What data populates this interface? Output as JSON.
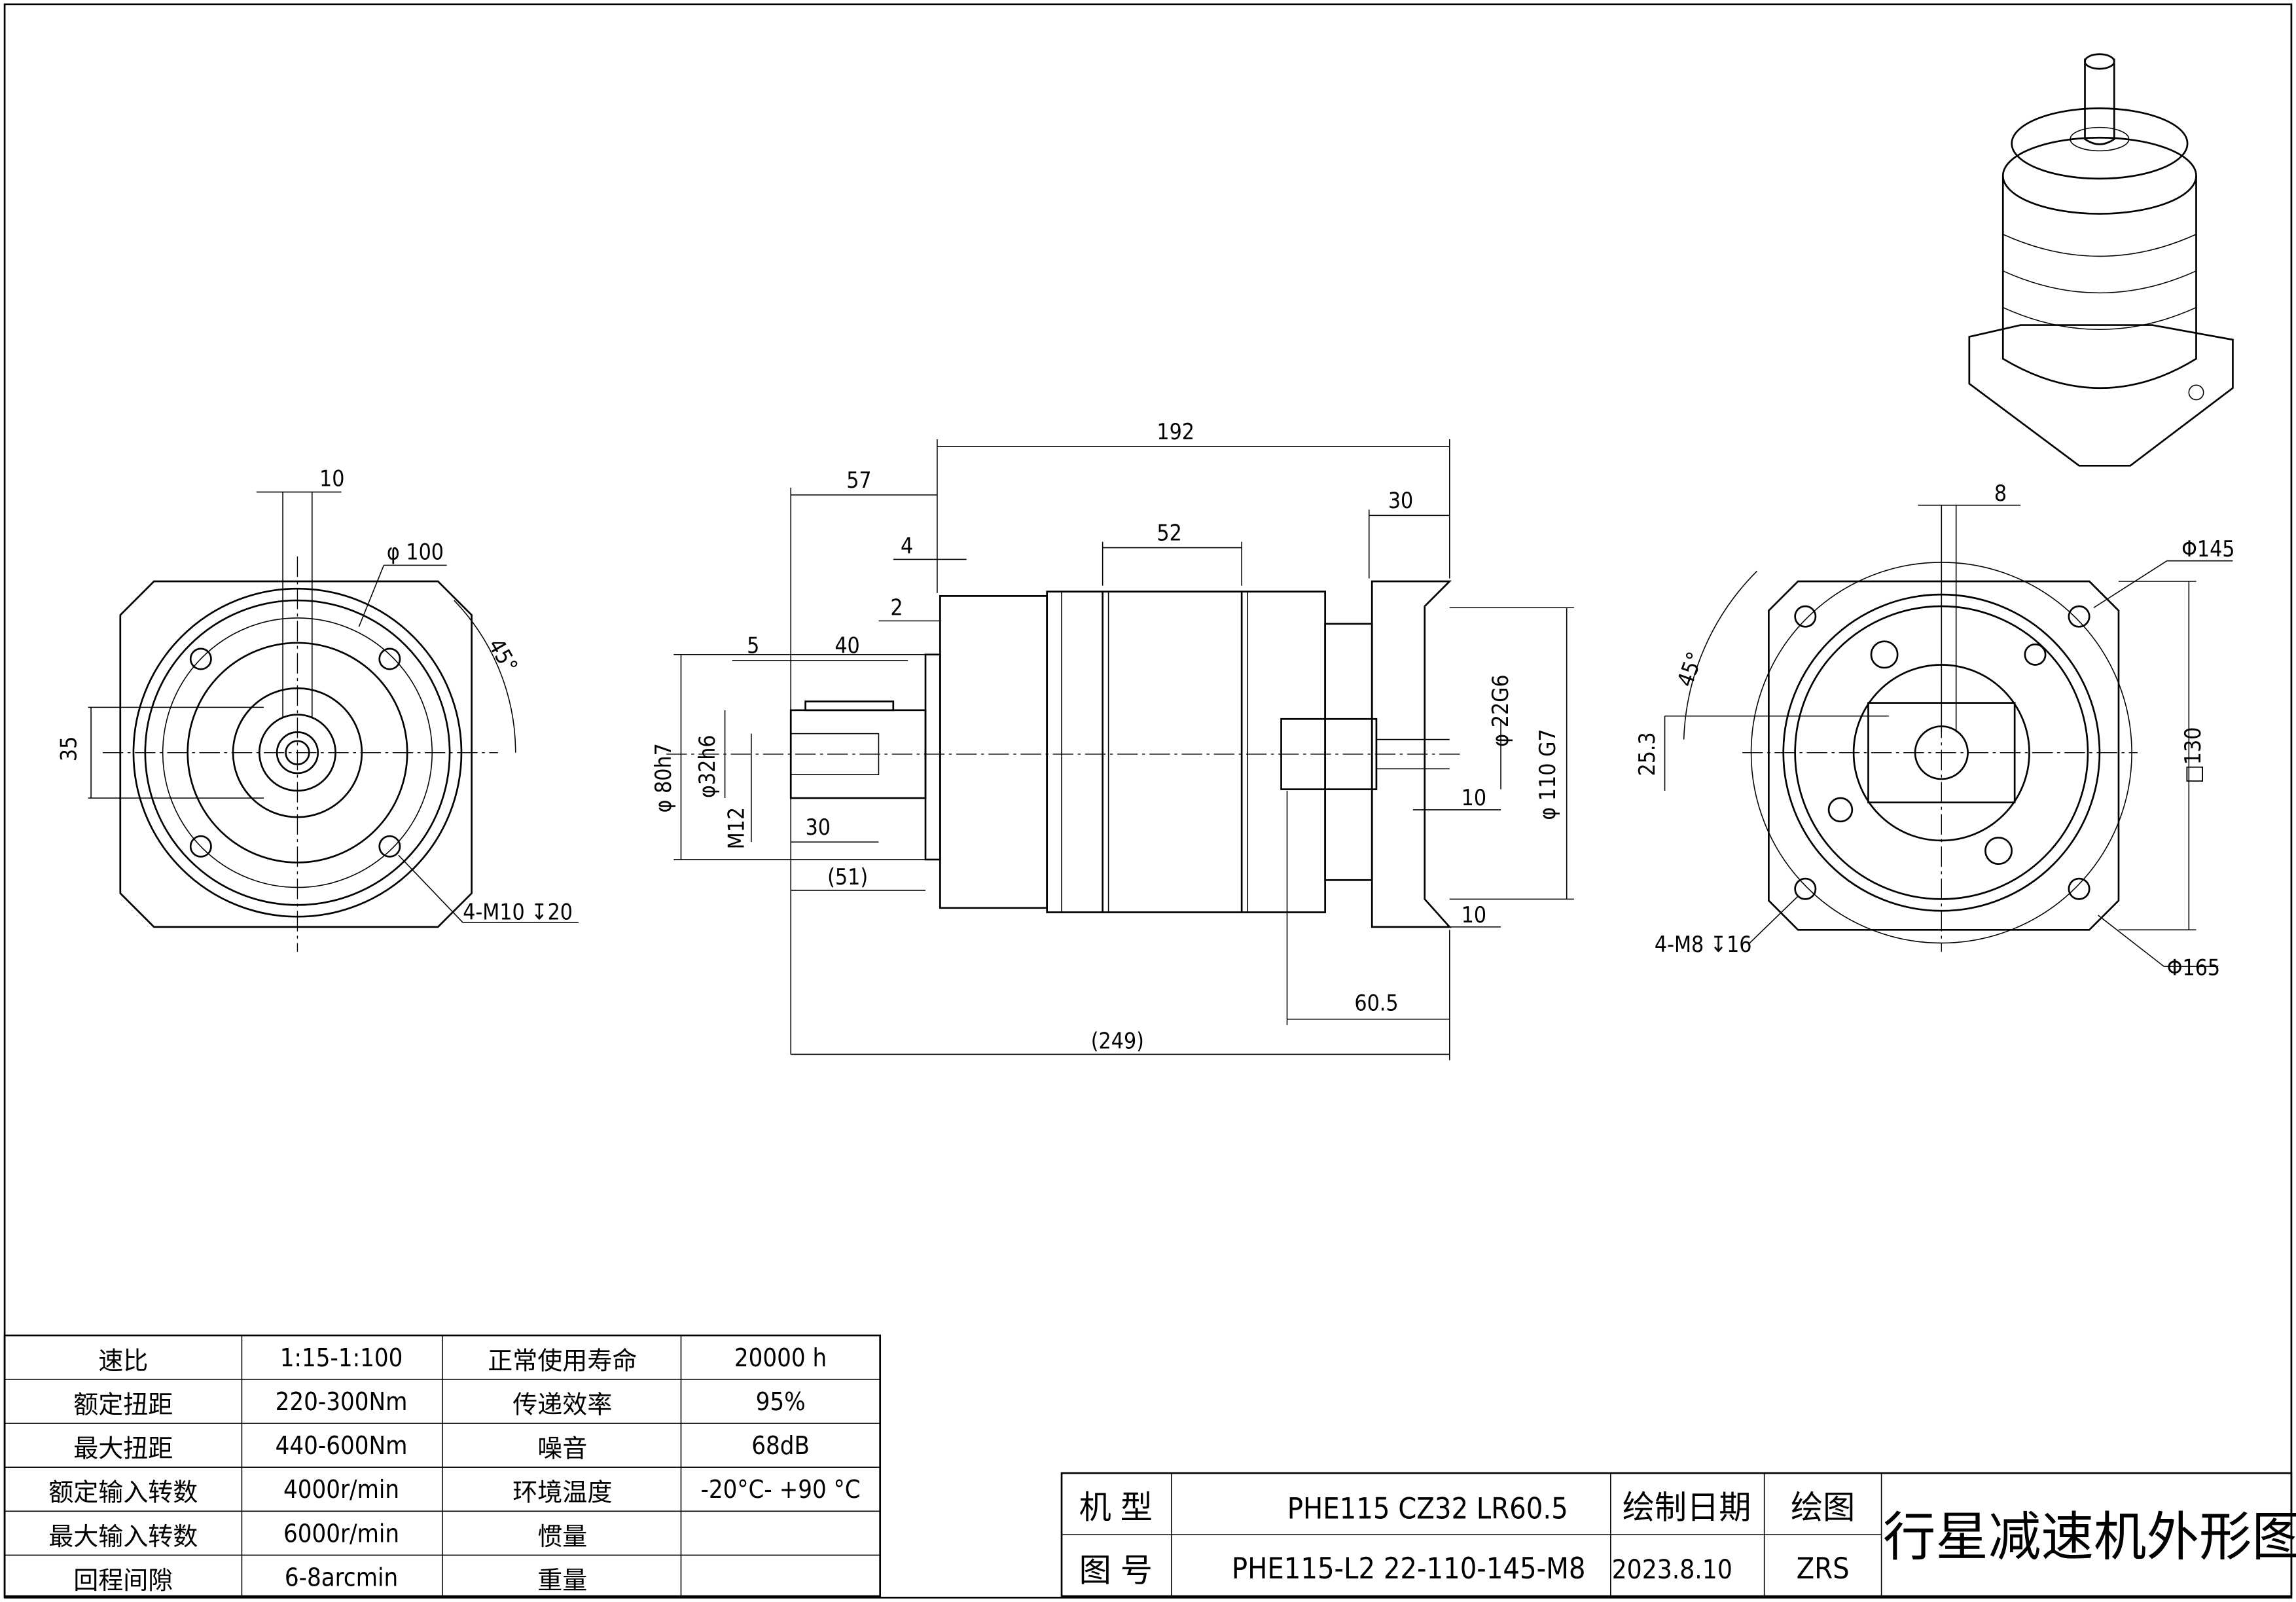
{
  "drawing_title": "行星减速机外形图",
  "front_view": {
    "dims": {
      "key_width": "10",
      "pcd": "φ 100",
      "angle": "45°",
      "height": "35",
      "holes": "4-M10 ↧20"
    }
  },
  "side_view": {
    "dims": {
      "length_192": "192",
      "length_57": "57",
      "length_30": "30",
      "length_52": "52",
      "length_4": "4",
      "length_2": "2",
      "length_5": "5",
      "length_40": "40",
      "dia_80": "φ 80h7",
      "dia_32": "φ32h6",
      "thread": "M12",
      "length_30b": "30",
      "length_51": "(51)",
      "dia_22": "φ 22G6",
      "dia_110": "φ 110  G7",
      "length_10a": "10",
      "length_10b": "10",
      "length_60_5": "60.5",
      "length_249": "(249)"
    }
  },
  "rear_view": {
    "dims": {
      "keyway": "8",
      "dia_145": "Φ145",
      "angle": "45°",
      "height": "25.3",
      "square": "□130",
      "holes": "4-M8 ↧16",
      "dia_165": "Φ165"
    }
  },
  "spec_table": {
    "rows": [
      [
        "速比",
        "1:15-1:100",
        "正常使用寿命",
        "20000  h"
      ],
      [
        "额定扭距",
        "220-300Nm",
        "传递效率",
        "95%"
      ],
      [
        "最大扭距",
        "440-600Nm",
        "噪音",
        "68dB"
      ],
      [
        "额定输入转数",
        "4000r/min",
        "环境温度",
        "-20°C- +90 °C"
      ],
      [
        "最大输入转数",
        "6000r/min",
        "惯量",
        ""
      ],
      [
        "回程间隙",
        "6-8arcmin",
        "重量",
        ""
      ]
    ]
  },
  "title_block": {
    "model_label": "机  型",
    "model_value": "PHE115  CZ32  LR60.5",
    "drawing_no_label": "图  号",
    "drawing_no_value": "PHE115-L2  22-110-145-M8",
    "date_label": "绘制日期",
    "date_value": "2023.8.10",
    "drawer_label": "绘图",
    "drawer_value": "ZRS"
  }
}
